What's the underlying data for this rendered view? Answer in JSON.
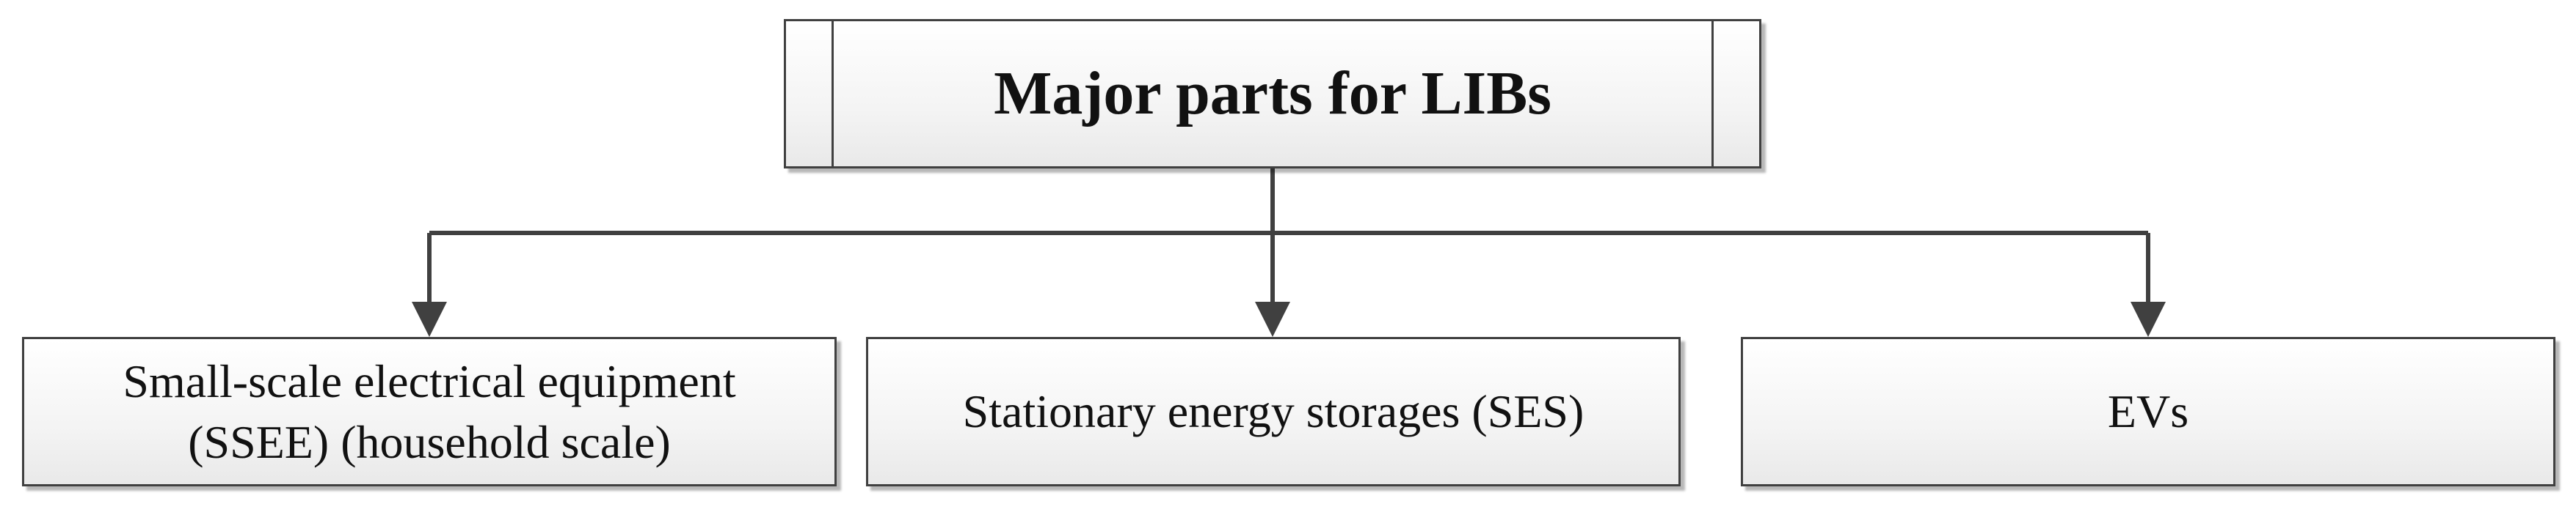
{
  "diagram": {
    "root": {
      "label": "Major parts for LIBs"
    },
    "children": [
      {
        "line1": "Small-scale electrical equipment",
        "line2": "(SSEE) (household scale)"
      },
      {
        "line1": "Stationary energy storages (SES)"
      },
      {
        "line1": "EVs"
      }
    ],
    "colors": {
      "stroke": "#404040",
      "box_fill_top": "#ffffff",
      "box_fill_bottom": "#e9e9e9",
      "text": "#111111"
    }
  }
}
